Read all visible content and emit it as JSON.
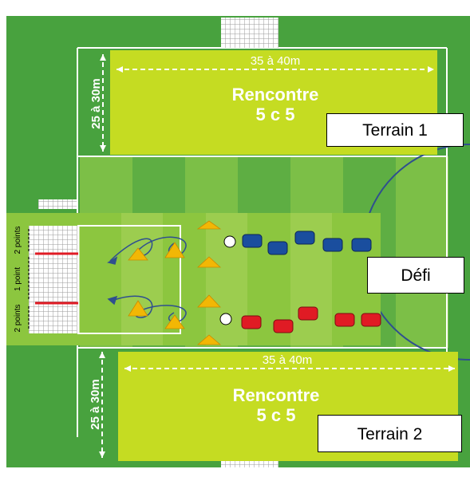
{
  "fields": {
    "top": {
      "width_label": "35 à 40m",
      "height_label": "25 à 30m",
      "title_line1": "Rencontre",
      "title_line2": "5 c 5",
      "caption": "Terrain  1"
    },
    "bottom": {
      "width_label": "35 à 40m",
      "height_label": "25 à 30m",
      "title_line1": "Rencontre",
      "title_line2": "5 c 5",
      "caption": "Terrain  2"
    }
  },
  "defi": {
    "caption": "Défi",
    "goal_labels": {
      "top": "2 points",
      "middle": "1 point",
      "bottom": "2 points"
    },
    "teams": [
      {
        "color": "#1a4e9e",
        "players": 5
      },
      {
        "color": "#e01b24",
        "players": 5
      }
    ]
  },
  "colors": {
    "grass_dark": "#48a23e",
    "grass_light": "#7cbf47",
    "field_yellow": "#c5dc22",
    "cone": "#f2b705",
    "line_white": "#ffffff",
    "circle_blue": "#2f4f8f"
  }
}
